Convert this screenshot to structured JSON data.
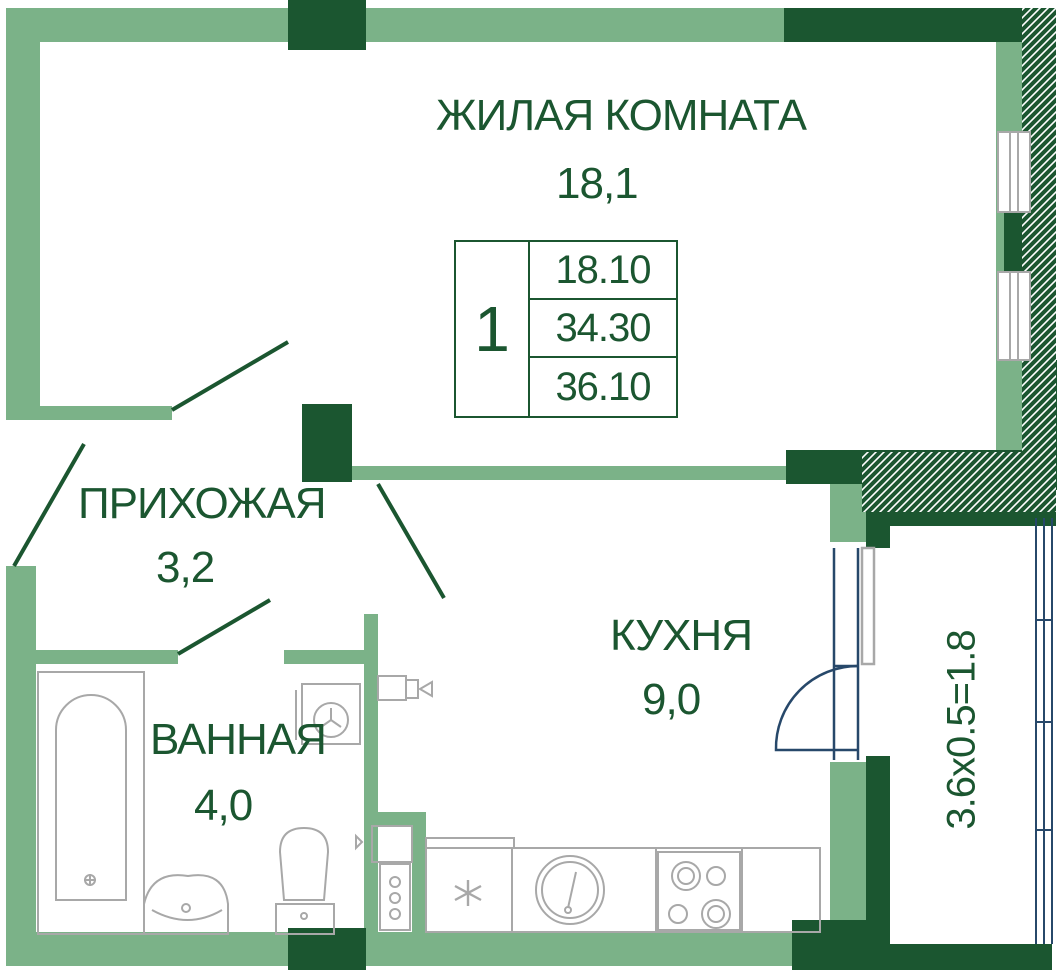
{
  "colors": {
    "wall_light": "#7bb288",
    "wall_dark": "#1b5630",
    "fixture": "#a8a8a8",
    "door_blue": "#27486a",
    "text": "#1b5630"
  },
  "rooms": {
    "living": {
      "name": "ЖИЛАЯ КОМНАТА",
      "area": "18,1"
    },
    "hall": {
      "name": "ПРИХОЖАЯ",
      "area": "3,2"
    },
    "bath": {
      "name": "ВАННАЯ",
      "area": "4,0"
    },
    "kitchen": {
      "name": "КУХНЯ",
      "area": "9,0"
    }
  },
  "area_table": {
    "room_count": "1",
    "living_area": "18.10",
    "total_area": "34.30",
    "total_area_with_balcony": "36.10"
  },
  "balcony": {
    "label": "3.6x0.5=1.8"
  },
  "icons": [
    "bathtub-icon",
    "sink-icon",
    "toilet-icon",
    "washing-machine-icon",
    "fridge-icon",
    "dishwasher-icon",
    "cooktop-icon",
    "water-heater-icon",
    "boiler-icon"
  ]
}
